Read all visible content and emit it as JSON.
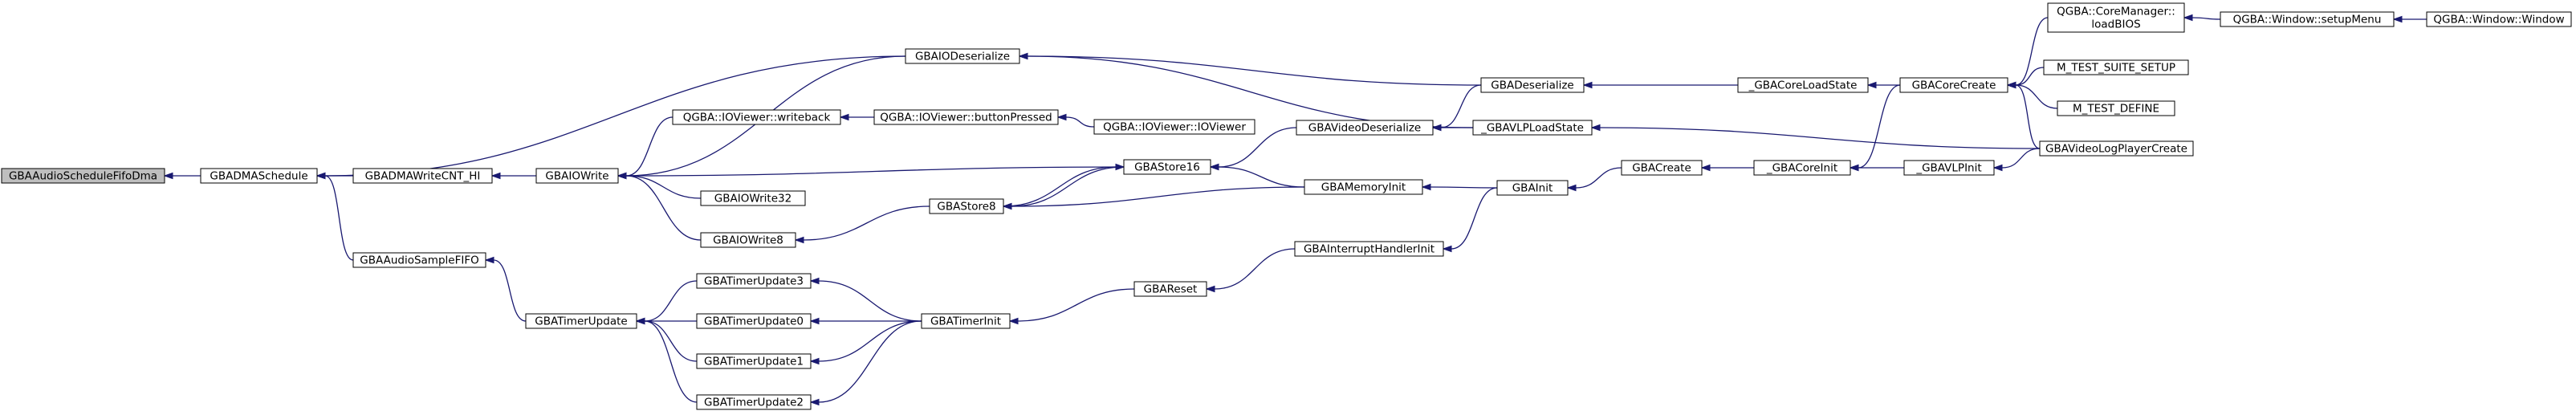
{
  "colors": {
    "edge": "#191970",
    "node_border": "#000000",
    "root_fill": "#bfbfbf",
    "node_fill": "#ffffff"
  },
  "nodes": [
    {
      "id": "root",
      "lines": [
        "GBAAudioScheduleFifoDma"
      ]
    },
    {
      "id": "dmaschedule",
      "lines": [
        "GBADMASchedule"
      ]
    },
    {
      "id": "dmawritecnt",
      "lines": [
        "GBADMAWriteCNT_HI"
      ]
    },
    {
      "id": "audiosamplefifo",
      "lines": [
        "GBAAudioSampleFIFO"
      ]
    },
    {
      "id": "iowrite",
      "lines": [
        "GBAIOWrite"
      ]
    },
    {
      "id": "timerupdate",
      "lines": [
        "GBATimerUpdate"
      ]
    },
    {
      "id": "iodeserialize",
      "lines": [
        "GBAIODeserialize"
      ]
    },
    {
      "id": "ioviewer_writeback",
      "lines": [
        "QGBA::IOViewer::writeback"
      ]
    },
    {
      "id": "iowrite32",
      "lines": [
        "GBAIOWrite32"
      ]
    },
    {
      "id": "iowrite8",
      "lines": [
        "GBAIOWrite8"
      ]
    },
    {
      "id": "timerupdate3",
      "lines": [
        "GBATimerUpdate3"
      ]
    },
    {
      "id": "timerupdate0",
      "lines": [
        "GBATimerUpdate0"
      ]
    },
    {
      "id": "timerupdate1",
      "lines": [
        "GBATimerUpdate1"
      ]
    },
    {
      "id": "timerupdate2",
      "lines": [
        "GBATimerUpdate2"
      ]
    },
    {
      "id": "buttonpressed",
      "lines": [
        "QGBA::IOViewer::buttonPressed"
      ]
    },
    {
      "id": "store8",
      "lines": [
        "GBAStore8"
      ]
    },
    {
      "id": "timerinit",
      "lines": [
        "GBATimerInit"
      ]
    },
    {
      "id": "ioviewer",
      "lines": [
        "QGBA::IOViewer::IOViewer"
      ]
    },
    {
      "id": "store16",
      "lines": [
        "GBAStore16"
      ]
    },
    {
      "id": "reset",
      "lines": [
        "GBAReset"
      ]
    },
    {
      "id": "videodeserialize",
      "lines": [
        "GBAVideoDeserialize"
      ]
    },
    {
      "id": "memoryinit",
      "lines": [
        "GBAMemoryInit"
      ]
    },
    {
      "id": "interrupthandlerinit",
      "lines": [
        "GBAInterruptHandlerInit"
      ]
    },
    {
      "id": "deserialize",
      "lines": [
        "GBADeserialize"
      ]
    },
    {
      "id": "vlploadstate",
      "lines": [
        "_GBAVLPLoadState"
      ]
    },
    {
      "id": "gbainit",
      "lines": [
        "GBAInit"
      ]
    },
    {
      "id": "corloadstate",
      "lines": [
        "_GBACoreLoadState"
      ]
    },
    {
      "id": "gbacreate",
      "lines": [
        "GBACreate"
      ]
    },
    {
      "id": "coreinit",
      "lines": [
        "_GBACoreInit"
      ]
    },
    {
      "id": "corecreate",
      "lines": [
        "GBACoreCreate"
      ]
    },
    {
      "id": "vlpinit",
      "lines": [
        "_GBAVLPInit"
      ]
    },
    {
      "id": "loadbios",
      "lines": [
        "QGBA::CoreManager::",
        "loadBIOS"
      ]
    },
    {
      "id": "testsuitesetup",
      "lines": [
        "M_TEST_SUITE_SETUP"
      ]
    },
    {
      "id": "testdefine",
      "lines": [
        "M_TEST_DEFINE"
      ]
    },
    {
      "id": "videologplayercreate",
      "lines": [
        "GBAVideoLogPlayerCreate"
      ]
    },
    {
      "id": "setupmenu",
      "lines": [
        "QGBA::Window::setupMenu"
      ]
    },
    {
      "id": "window",
      "lines": [
        "QGBA::Window::Window"
      ]
    }
  ],
  "edges": [
    [
      "dmaschedule",
      "root"
    ],
    [
      "dmawritecnt",
      "dmaschedule"
    ],
    [
      "audiosamplefifo",
      "dmaschedule"
    ],
    [
      "iodeserialize",
      "dmaschedule"
    ],
    [
      "iowrite",
      "dmawritecnt"
    ],
    [
      "timerupdate",
      "audiosamplefifo"
    ],
    [
      "iodeserialize",
      "iowrite"
    ],
    [
      "ioviewer_writeback",
      "iowrite"
    ],
    [
      "store16",
      "iowrite"
    ],
    [
      "iowrite32",
      "iowrite"
    ],
    [
      "iowrite8",
      "iowrite"
    ],
    [
      "timerupdate3",
      "timerupdate"
    ],
    [
      "timerupdate0",
      "timerupdate"
    ],
    [
      "timerupdate1",
      "timerupdate"
    ],
    [
      "timerupdate2",
      "timerupdate"
    ],
    [
      "deserialize",
      "iodeserialize"
    ],
    [
      "vlploadstate",
      "iodeserialize"
    ],
    [
      "buttonpressed",
      "ioviewer_writeback"
    ],
    [
      "store8",
      "iowrite8"
    ],
    [
      "timerinit",
      "timerupdate3"
    ],
    [
      "timerinit",
      "timerupdate0"
    ],
    [
      "timerinit",
      "timerupdate1"
    ],
    [
      "timerinit",
      "timerupdate2"
    ],
    [
      "ioviewer",
      "buttonpressed"
    ],
    [
      "store16",
      "store8"
    ],
    [
      "memoryinit",
      "store8"
    ],
    [
      "reset",
      "timerinit"
    ],
    [
      "videodeserialize",
      "store16"
    ],
    [
      "memoryinit",
      "store16"
    ],
    [
      "store8",
      "store16"
    ],
    [
      "interrupthandlerinit",
      "reset"
    ],
    [
      "deserialize",
      "videodeserialize"
    ],
    [
      "vlploadstate",
      "videodeserialize"
    ],
    [
      "gbainit",
      "memoryinit"
    ],
    [
      "gbainit",
      "interrupthandlerinit"
    ],
    [
      "corloadstate",
      "deserialize"
    ],
    [
      "videologplayercreate",
      "vlploadstate"
    ],
    [
      "gbacreate",
      "gbainit"
    ],
    [
      "corecreate",
      "corloadstate"
    ],
    [
      "coreinit",
      "gbacreate"
    ],
    [
      "corecreate",
      "coreinit"
    ],
    [
      "vlpinit",
      "coreinit"
    ],
    [
      "loadbios",
      "corecreate"
    ],
    [
      "testsuitesetup",
      "corecreate"
    ],
    [
      "testdefine",
      "corecreate"
    ],
    [
      "videologplayercreate",
      "corecreate"
    ],
    [
      "videologplayercreate",
      "vlpinit"
    ],
    [
      "setupmenu",
      "loadbios"
    ],
    [
      "window",
      "setupmenu"
    ]
  ]
}
